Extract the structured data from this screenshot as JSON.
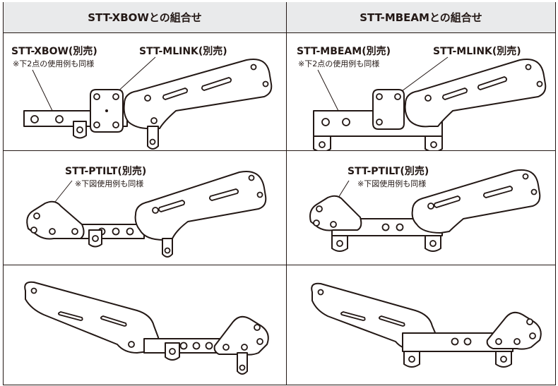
{
  "headers": {
    "left": "STT-XBOWとの組合せ",
    "right": "STT-MBEAMとの組合せ"
  },
  "row1_left": {
    "label_a": "STT-XBOW(別売)",
    "note_a": "※下2点の使用例も同様",
    "label_b": "STT-MLINK(別売)"
  },
  "row1_right": {
    "label_a": "STT-MBEAM(別売)",
    "note_a": "※下2点の使用例も同様",
    "label_b": "STT-MLINK(別売)"
  },
  "row2_left": {
    "label_a": "STT-PTILT(別売)",
    "note_a": "※下図使用例も同様"
  },
  "row2_right": {
    "label_a": "STT-PTILT(別売)",
    "note_a": "※下図使用例も同様"
  },
  "colors": {
    "line": "#231815",
    "header_bg": "#e9eaeb"
  }
}
